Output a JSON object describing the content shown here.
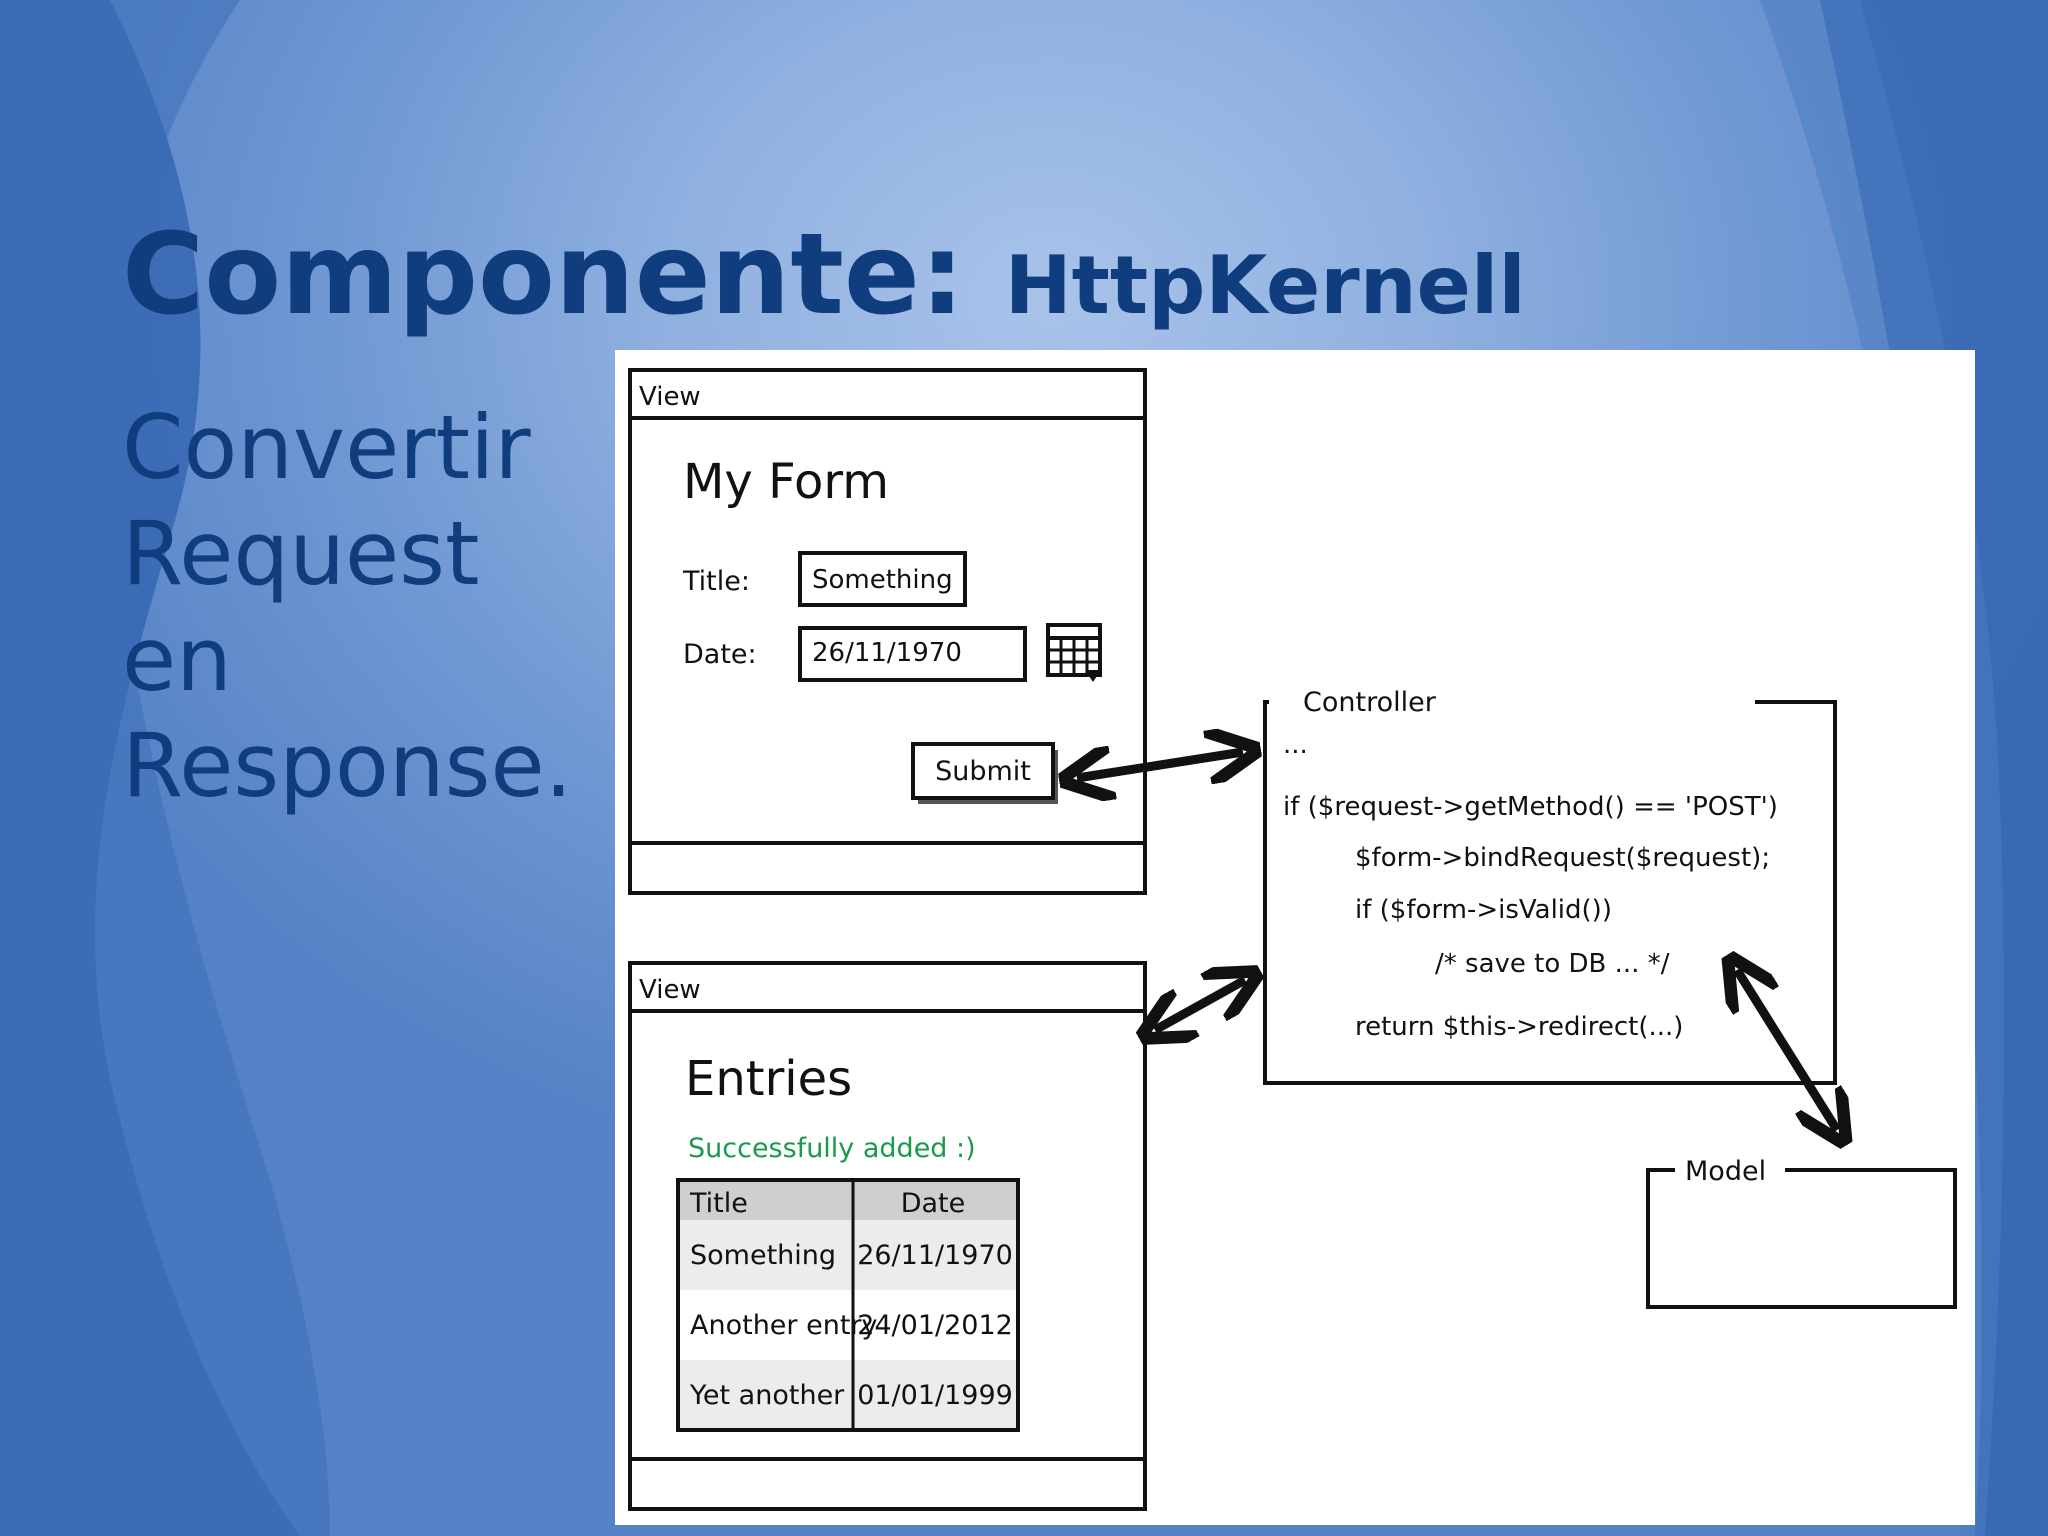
{
  "slide": {
    "title_main": "Componente:",
    "title_sub": "HttpKernell",
    "body_lines": [
      "Convertir",
      "Request en",
      "Response."
    ]
  },
  "colors": {
    "title": "#103d7e",
    "background": "#8fb0e0",
    "success_text": "#1a9a4a"
  },
  "diagram": {
    "view_form": {
      "window_title": "View",
      "heading": "My Form",
      "title_label": "Title:",
      "title_value": "Something",
      "date_label": "Date:",
      "date_value": "26/11/1970",
      "calendar_icon": "calendar-icon",
      "submit_label": "Submit"
    },
    "view_entries": {
      "window_title": "View",
      "heading": "Entries",
      "success_message": "Successfully added :)",
      "table": {
        "headers": [
          "Title",
          "Date"
        ],
        "rows": [
          [
            "Something",
            "26/11/1970"
          ],
          [
            "Another entry",
            "24/01/2012"
          ],
          [
            "Yet another",
            "01/01/1999"
          ]
        ]
      }
    },
    "controller": {
      "label": "Controller",
      "code_lines": [
        "...",
        "if ($request->getMethod() == 'POST')",
        "$form->bindRequest($request);",
        "if ($form->isValid())",
        "/* save to DB ... */",
        "return $this->redirect(...)"
      ]
    },
    "model": {
      "label": "Model"
    }
  }
}
